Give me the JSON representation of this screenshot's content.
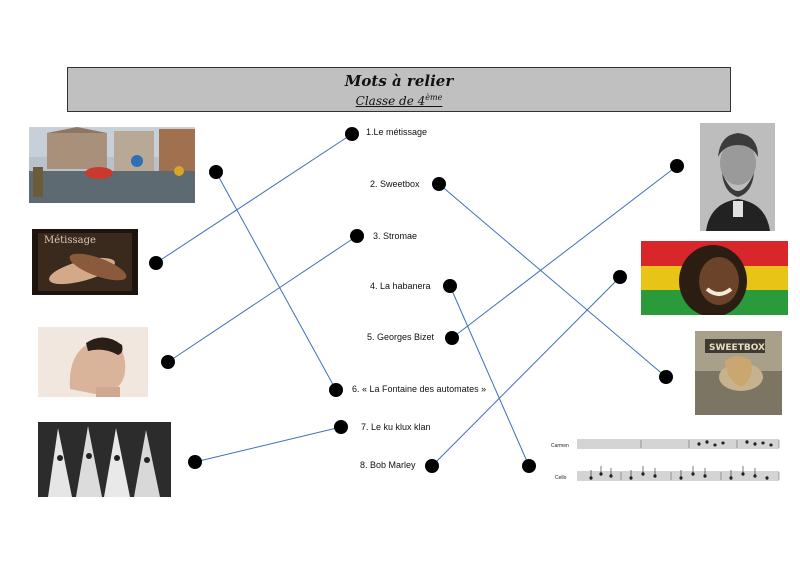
{
  "header": {
    "title": "Mots à relier",
    "subtitle_prefix": "Classe de 4",
    "subtitle_sup": "ème"
  },
  "items": [
    "1.Le métissage",
    "2. Sweetbox",
    "3. Stromae",
    "4. La habanera",
    "5. Georges Bizet",
    "6. « La Fontaine des automates »",
    "7. Le ku klux klan",
    "8. Bob Marley"
  ],
  "images": {
    "metissage_caption": "Métissage",
    "sweetbox_caption": "SWEETBOX",
    "score_label_1": "Carmen",
    "score_label_2": "Cello"
  },
  "colors": {
    "line": "#3f6fbf",
    "title_bg": "#c0c0c0"
  }
}
